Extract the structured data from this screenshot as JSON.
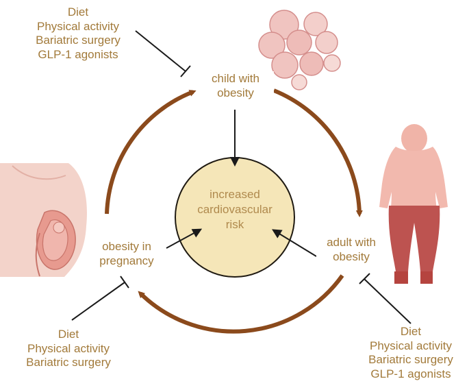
{
  "nodes": {
    "child": [
      "child with",
      "obesity"
    ],
    "adult": [
      "adult with",
      "obesity"
    ],
    "pregnancy": [
      "obesity in",
      "pregnancy"
    ],
    "center": [
      "increased",
      "cardiovascular",
      "risk"
    ]
  },
  "interventions": {
    "top_left": [
      "Diet",
      "Physical activity",
      "Bariatric surgery",
      "GLP-1 agonists"
    ],
    "bottom_left": [
      "Diet",
      "Physical activity",
      "Bariatric surgery"
    ],
    "bottom_right": [
      "Diet",
      "Physical activity",
      "Bariatric surgery",
      "GLP-1 agonists"
    ]
  },
  "colors": {
    "cycle_arrow": "#8b4a1c",
    "text": "#a27a3a",
    "center_fill": "#f5e6b8",
    "center_stroke": "#1f1a12",
    "inhibitor": "#1a1a1a"
  }
}
